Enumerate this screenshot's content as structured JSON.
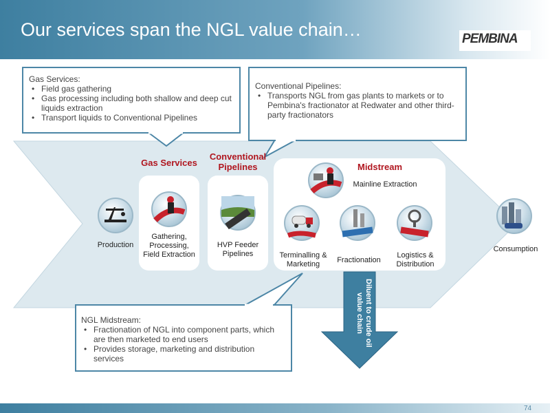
{
  "header": {
    "title": "Our services span the NGL value chain…",
    "logo_text": "PEMBINA"
  },
  "callouts": {
    "gas_services": {
      "title": "Gas Services:",
      "items": [
        "Field gas gathering",
        "Gas processing including both shallow and deep cut liquids extraction",
        "Transport liquids to Conventional Pipelines"
      ]
    },
    "conventional_pipelines": {
      "title": "Conventional Pipelines:",
      "items": [
        "Transports NGL from gas plants to markets or to Pembina's fractionator at Redwater and other third-party fractionators"
      ]
    },
    "ngl_midstream": {
      "title": "NGL Midstream:",
      "items": [
        "Fractionation of NGL into component parts, which are then marketed to end users",
        "Provides storage, marketing and distribution services"
      ]
    }
  },
  "sections": {
    "gas_services": "Gas Services",
    "conventional_pipelines": "Conventional Pipelines",
    "midstream": "Midstream"
  },
  "steps": {
    "production": "Production",
    "gathering": "Gathering, Processing, Field Extraction",
    "hvp": "HVP Feeder Pipelines",
    "mainline": "Mainline Extraction",
    "terminalling": "Terminalling & Marketing",
    "fractionation": "Fractionation",
    "logistics": "Logistics & Distribution",
    "consumption": "Consumption"
  },
  "diluent_arrow": "Diluent to crude oil value chain",
  "page_number": "74",
  "colors": {
    "brand_blue": "#3e7fa0",
    "accent_red": "#b0161f",
    "arrow_fill": "#dde9ef"
  },
  "icons": [
    "oil-pump-icon",
    "gas-worker-icon",
    "pipeline-icon",
    "fractionation-tower-icon",
    "tanker-truck-icon",
    "valve-icon",
    "city-icon"
  ]
}
